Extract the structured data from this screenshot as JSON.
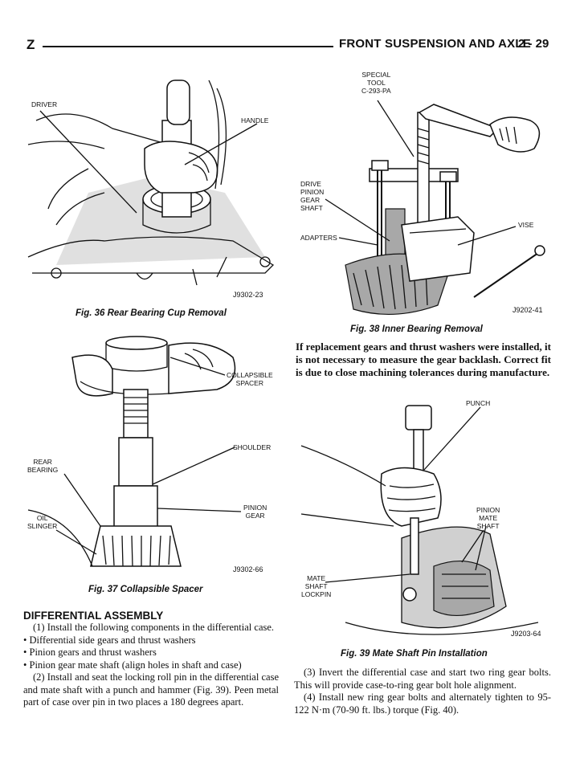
{
  "header": {
    "letter": "Z",
    "title": "FRONT SUSPENSION AND AXLE",
    "page": "2 - 29"
  },
  "fig36": {
    "labels": {
      "driver": "DRIVER",
      "handle": "HANDLE"
    },
    "code": "J9302-23",
    "caption": "Fig. 36 Rear Bearing Cup Removal"
  },
  "fig37": {
    "labels": {
      "collapsible_spacer": "COLLAPSIBLE\nSPACER",
      "shoulder": "SHOULDER",
      "rear_bearing": "REAR\nBEARING",
      "pinion_gear": "PINION\nGEAR",
      "oil_slinger": "OIL\nSLINGER"
    },
    "code": "J9302-66",
    "caption": "Fig. 37 Collapsible Spacer"
  },
  "fig38": {
    "labels": {
      "special_tool": "SPECIAL\nTOOL\nC-293-PA",
      "drive_pinion": "DRIVE\nPINION\nGEAR\nSHAFT",
      "adapters": "ADAPTERS",
      "vise": "VISE"
    },
    "code": "J9202-41",
    "caption": "Fig. 38 Inner Bearing Removal"
  },
  "note": "If replacement gears and thrust washers were installed, it is not necessary to measure the gear backlash. Correct fit is due to close machining tolerances during manufacture.",
  "fig39": {
    "labels": {
      "punch": "PUNCH",
      "pinion_mate_shaft": "PINION\nMATE\nSHAFT",
      "mate_shaft_lockpin": "MATE\nSHAFT\nLOCKPIN"
    },
    "code": "J9203-64",
    "caption": "Fig. 39 Mate Shaft Pin Installation"
  },
  "section": {
    "title": "DIFFERENTIAL ASSEMBLY",
    "step1": "(1) Install the following components in the differential case.",
    "bullet1": "• Differential side gears and thrust washers",
    "bullet2": "• Pinion gears and thrust washers",
    "bullet3": "• Pinion gear mate shaft (align holes in shaft and case)",
    "step2": "(2) Install and seat the locking roll pin in the differential case and mate shaft with a punch and hammer (Fig. 39). Peen metal part of case over pin in two places a 180 degrees apart.",
    "step3": "(3) Invert the differential case and start two ring gear bolts. This will provide case-to-ring gear bolt hole alignment.",
    "step4": "(4) Install new ring gear bolts and alternately tighten to 95-122 N·m (70-90 ft. lbs.) torque (Fig. 40)."
  }
}
